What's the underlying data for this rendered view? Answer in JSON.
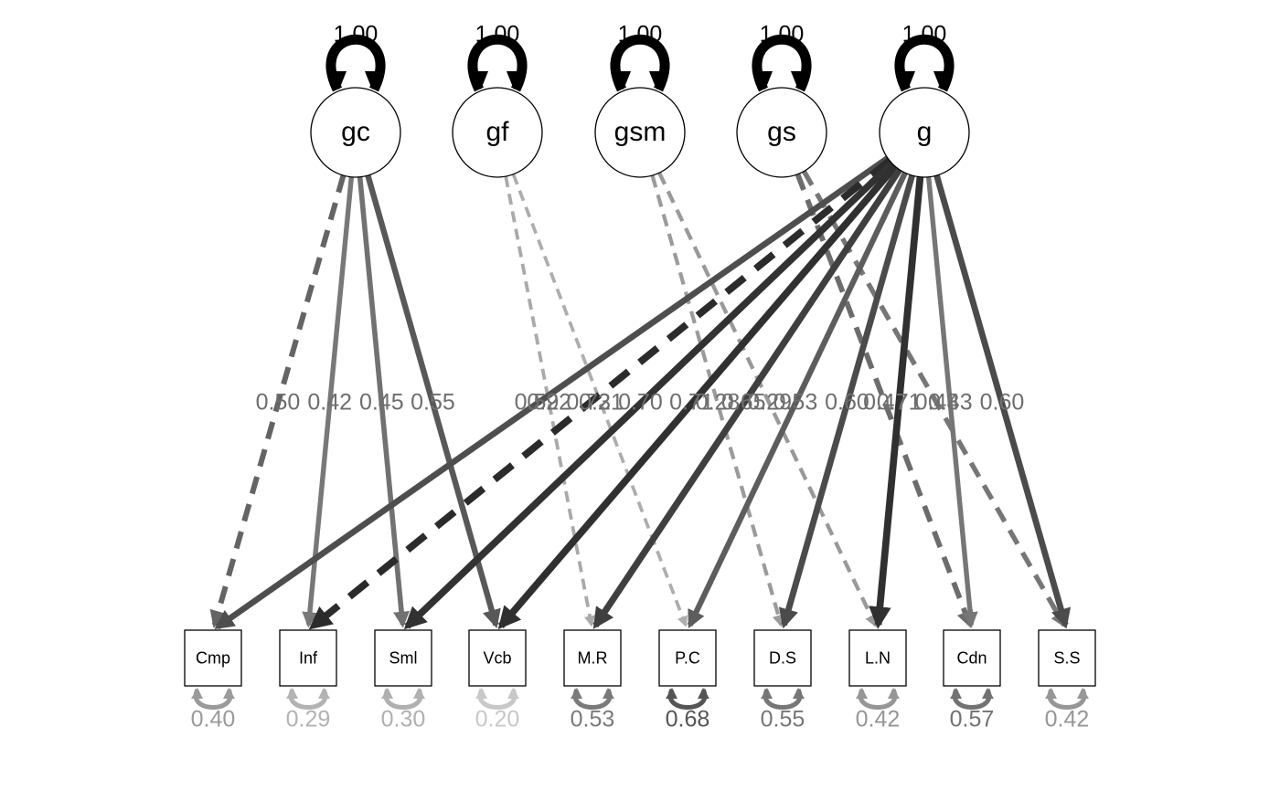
{
  "diagram": {
    "latents": [
      {
        "id": "gc",
        "label": "gc",
        "variance": "1.00"
      },
      {
        "id": "gf",
        "label": "gf",
        "variance": "1.00"
      },
      {
        "id": "gsm",
        "label": "gsm",
        "variance": "1.00"
      },
      {
        "id": "gs",
        "label": "gs",
        "variance": "1.00"
      },
      {
        "id": "g",
        "label": "g",
        "variance": "1.00"
      }
    ],
    "observed": [
      {
        "id": "Cmp",
        "label": "Cmp",
        "residual": "0.40",
        "residual_color": "#9a9a9a"
      },
      {
        "id": "Inf",
        "label": "Inf",
        "residual": "0.29",
        "residual_color": "#b3b3b3"
      },
      {
        "id": "Sml",
        "label": "Sml",
        "residual": "0.30",
        "residual_color": "#b0b0b0"
      },
      {
        "id": "Vcb",
        "label": "Vcb",
        "residual": "0.20",
        "residual_color": "#c8c8c8"
      },
      {
        "id": "M.R",
        "label": "M.R",
        "residual": "0.53",
        "residual_color": "#7a7a7a"
      },
      {
        "id": "P.C",
        "label": "P.C",
        "residual": "0.68",
        "residual_color": "#555555"
      },
      {
        "id": "D.S",
        "label": "D.S",
        "residual": "0.55",
        "residual_color": "#767676"
      },
      {
        "id": "L.N",
        "label": "L.N",
        "residual": "0.42",
        "residual_color": "#969696"
      },
      {
        "id": "Cdn",
        "label": "Cdn",
        "residual": "0.57",
        "residual_color": "#727272"
      },
      {
        "id": "S.S",
        "label": "S.S",
        "residual": "0.42",
        "residual_color": "#969696"
      }
    ],
    "paths": [
      {
        "from": "gc",
        "to": "Cmp",
        "value": 0.5,
        "dashed": true
      },
      {
        "from": "gc",
        "to": "Inf",
        "value": 0.42,
        "dashed": false
      },
      {
        "from": "gc",
        "to": "Sml",
        "value": 0.45,
        "dashed": false
      },
      {
        "from": "gc",
        "to": "Vcb",
        "value": 0.55,
        "dashed": false
      },
      {
        "from": "gf",
        "to": "M.R",
        "value": 0.22,
        "dashed": true
      },
      {
        "from": "gf",
        "to": "P.C",
        "value": 0.21,
        "dashed": true
      },
      {
        "from": "gsm",
        "to": "D.S",
        "value": 0.28,
        "dashed": true
      },
      {
        "from": "gsm",
        "to": "L.N",
        "value": 0.29,
        "dashed": true
      },
      {
        "from": "gs",
        "to": "Cdn",
        "value": 0.47,
        "dashed": true
      },
      {
        "from": "gs",
        "to": "S.S",
        "value": 0.43,
        "dashed": true
      },
      {
        "from": "g",
        "to": "Cmp",
        "value": 0.59,
        "dashed": false
      },
      {
        "from": "g",
        "to": "Inf",
        "value": 0.73,
        "dashed": true
      },
      {
        "from": "g",
        "to": "Sml",
        "value": 0.7,
        "dashed": false
      },
      {
        "from": "g",
        "to": "Vcb",
        "value": 0.71,
        "dashed": false
      },
      {
        "from": "g",
        "to": "M.R",
        "value": 0.65,
        "dashed": false
      },
      {
        "from": "g",
        "to": "P.C",
        "value": 0.53,
        "dashed": false
      },
      {
        "from": "g",
        "to": "D.S",
        "value": 0.6,
        "dashed": false
      },
      {
        "from": "g",
        "to": "L.N",
        "value": 0.71,
        "dashed": false
      },
      {
        "from": "g",
        "to": "Cdn",
        "value": 0.43,
        "dashed": false
      },
      {
        "from": "g",
        "to": "S.S",
        "value": 0.6,
        "dashed": false
      }
    ]
  }
}
